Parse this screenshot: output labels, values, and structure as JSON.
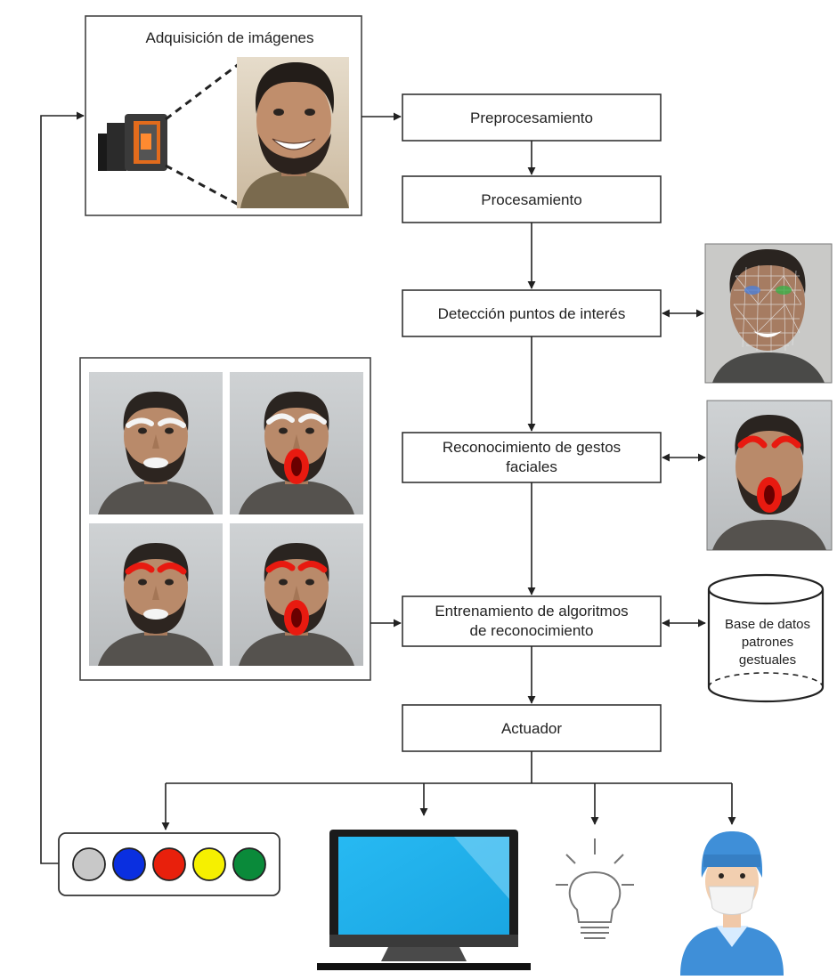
{
  "acquisition": {
    "title": "Adquisición de imágenes"
  },
  "steps": {
    "preprocessing": "Preprocesamiento",
    "processing": "Procesamiento",
    "detection": "Detección puntos de interés",
    "recognition_line1": "Reconocimiento de gestos",
    "recognition_line2": "faciales",
    "training_line1": "Entrenamiento de algoritmos",
    "training_line2": "de reconocimiento",
    "actuator": "Actuador"
  },
  "database": {
    "line1": "Base de datos",
    "line2": "patrones",
    "line3": "gestuales"
  },
  "color_panel": {
    "buttons": [
      {
        "name": "gray",
        "color": "#c8c8c8"
      },
      {
        "name": "blue",
        "color": "#0a2fe0"
      },
      {
        "name": "red",
        "color": "#e8200c"
      },
      {
        "name": "yellow",
        "color": "#f6f000"
      },
      {
        "name": "green",
        "color": "#0a8a3a"
      }
    ]
  },
  "icons": {
    "camera": "camera-icon",
    "monitor": "monitor-icon",
    "bulb": "light-bulb-icon",
    "doctor": "doctor-icon"
  },
  "colors": {
    "skin": "#b98a6a",
    "hair": "#2a2420",
    "marker_white": "#f4f4f4",
    "marker_red": "#e81a10",
    "screen": "#1eb4f0",
    "scrub": "#3f8fd8"
  }
}
